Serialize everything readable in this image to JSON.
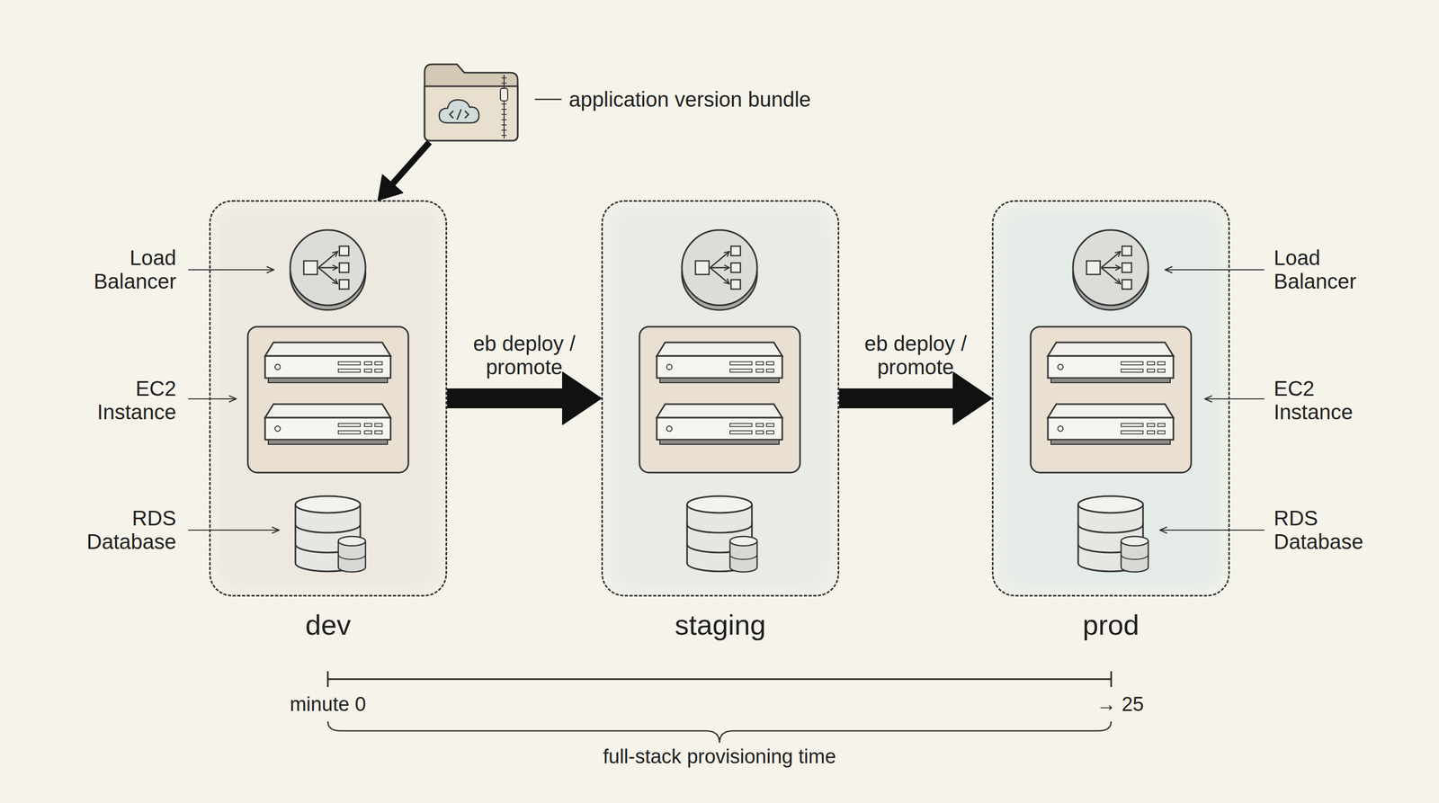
{
  "diagram": {
    "nodes": [
      {
        "text": [
          "application version bundle"
        ]
      },
      {
        "text": [
          "dev"
        ]
      },
      {
        "text": [
          "staging"
        ]
      },
      {
        "text": [
          "prod"
        ]
      }
    ],
    "edges": [
      {
        "from": 0,
        "to": 1,
        "arrow": "to"
      },
      {
        "from": 1,
        "to": 2,
        "label": "eb deploy / promote",
        "arrow": "to"
      },
      {
        "from": 2,
        "to": 3,
        "label": "eb deploy / promote",
        "arrow": "to"
      }
    ],
    "labels": [
      "Load Balancer",
      "EC2 Instance",
      "RDS Database",
      "Load Balancer",
      "EC2 Instance",
      "RDS Database",
      "minute 0",
      "→ 25",
      "full-stack provisioning time"
    ]
  }
}
